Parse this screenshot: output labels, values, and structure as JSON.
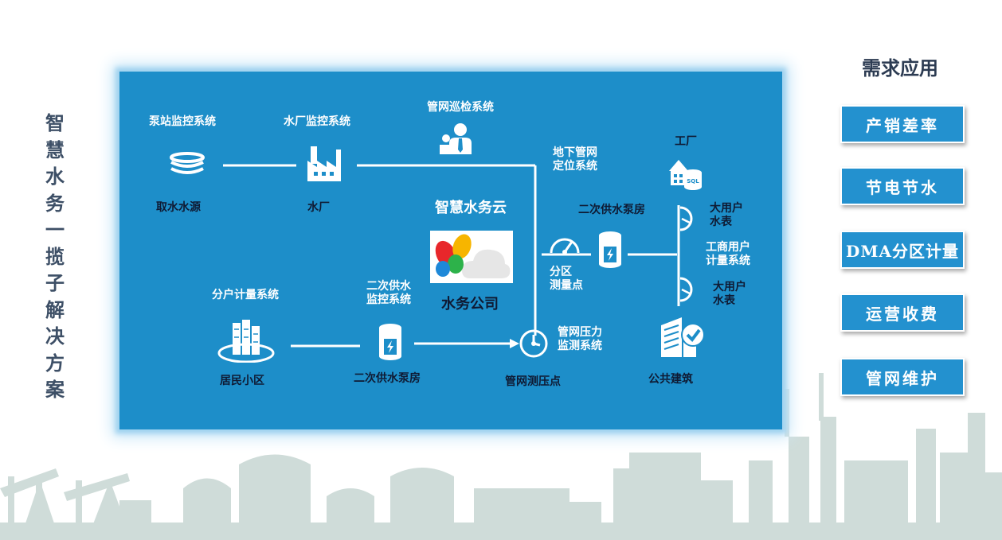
{
  "title_vertical": [
    "智",
    "慧",
    "水",
    "务",
    "一",
    "揽",
    "子",
    "解",
    "决",
    "方",
    "案"
  ],
  "diagram": {
    "pump_station_monitor": "泵站监控系统",
    "water_plant_monitor": "水厂监控系统",
    "pipe_patrol": "管网巡检系统",
    "water_source": "取水水源",
    "water_plant": "水厂",
    "underground_pipe_l1": "地下管网",
    "underground_pipe_l2": "定位系统",
    "factory": "工厂",
    "smart_cloud": "智慧水务云",
    "secondary_pump_room_top": "二次供水泵房",
    "big_user_meter_1_l1": "大用户",
    "big_user_meter_1_l2": "水表",
    "commercial_metering_l1": "工商用户",
    "commercial_metering_l2": "计量系统",
    "big_user_meter_2_l1": "大用户",
    "big_user_meter_2_l2": "水表",
    "zone_metering_l1": "分区",
    "zone_metering_l2": "测量点",
    "water_company": "水务公司",
    "household_metering": "分户计量系统",
    "secondary_supply_monitor_l1": "二次供水",
    "secondary_supply_monitor_l2": "监控系统",
    "pipe_pressure_monitor_l1": "管网压力",
    "pipe_pressure_monitor_l2": "监测系统",
    "residential": "居民小区",
    "secondary_pump_room_bottom": "二次供水泵房",
    "pressure_point": "管网测压点",
    "public_building": "公共建筑",
    "sql_badge": "SQL"
  },
  "right": {
    "title": "需求应用",
    "buttons": [
      "产销差率",
      "节电节水",
      "DMA分区计量",
      "运营收费",
      "管网维护"
    ]
  },
  "colors": {
    "panel": "#1d8ec9",
    "button": "#2391cf",
    "title": "#2c3b52"
  }
}
